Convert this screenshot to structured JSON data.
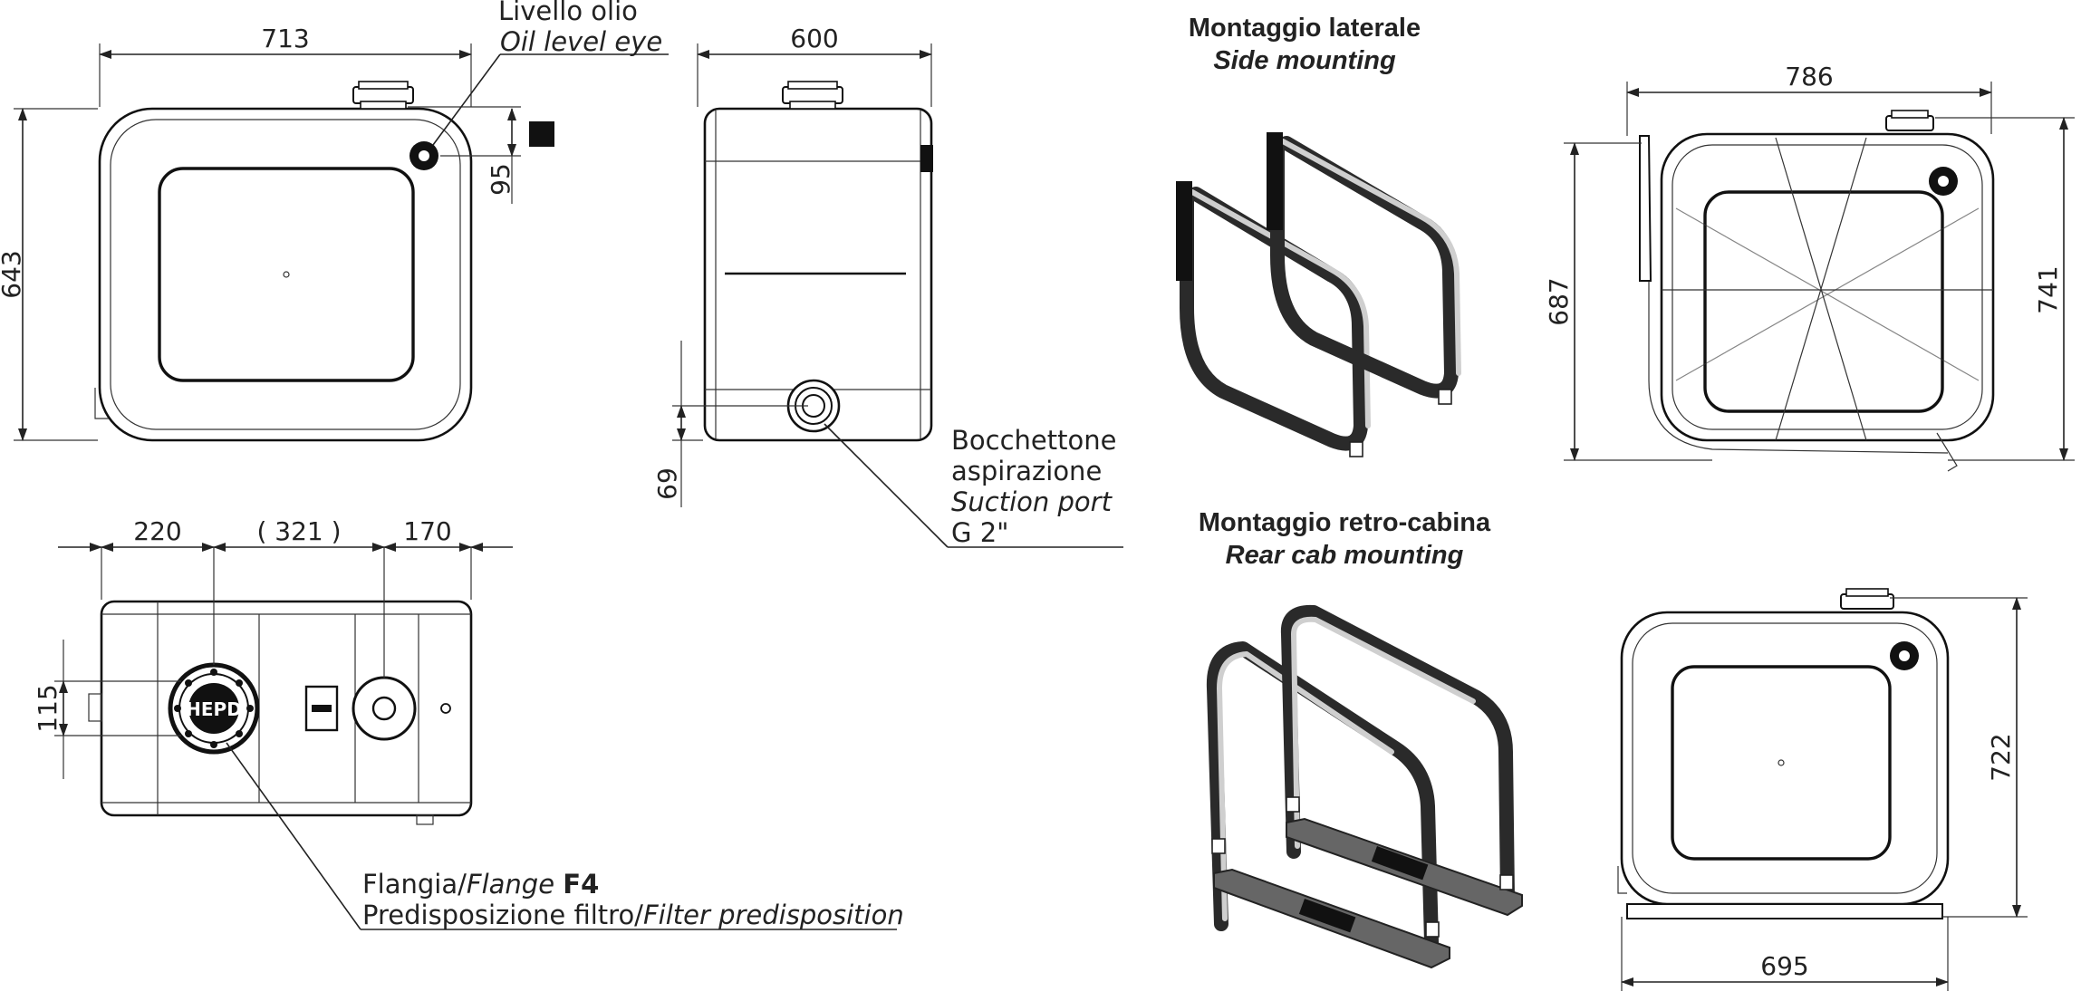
{
  "dimensions": {
    "front_width": "713",
    "front_height": "643",
    "oil_eye_offset": "95",
    "side_depth": "600",
    "suction_height": "69",
    "top_left_dist": "220",
    "top_mid_dist": "( 321 )",
    "top_right_dist": "170",
    "top_flange_offset": "115",
    "side_mount_width": "786",
    "side_mount_height_a": "687",
    "side_mount_height_b": "741",
    "rear_mount_height": "722",
    "rear_mount_width": "695"
  },
  "labels": {
    "oil_level_it": "Livello olio",
    "oil_level_en": "Oil level eye",
    "suction_it_1": "Bocchettone",
    "suction_it_2": "aspirazione",
    "suction_en": "Suction port",
    "suction_thread": "G 2\"",
    "flange_it": "Flangia/",
    "flange_en": "Flange",
    "flange_code": "F4",
    "filter_it": "Predisposizione filtro/",
    "filter_en": "Filter predisposition",
    "flange_logo": "HEPD"
  },
  "sections": {
    "side_mount_it": "Montaggio laterale",
    "side_mount_en": "Side mounting",
    "rear_mount_it": "Montaggio retro-cabina",
    "rear_mount_en": "Rear cab mounting"
  }
}
